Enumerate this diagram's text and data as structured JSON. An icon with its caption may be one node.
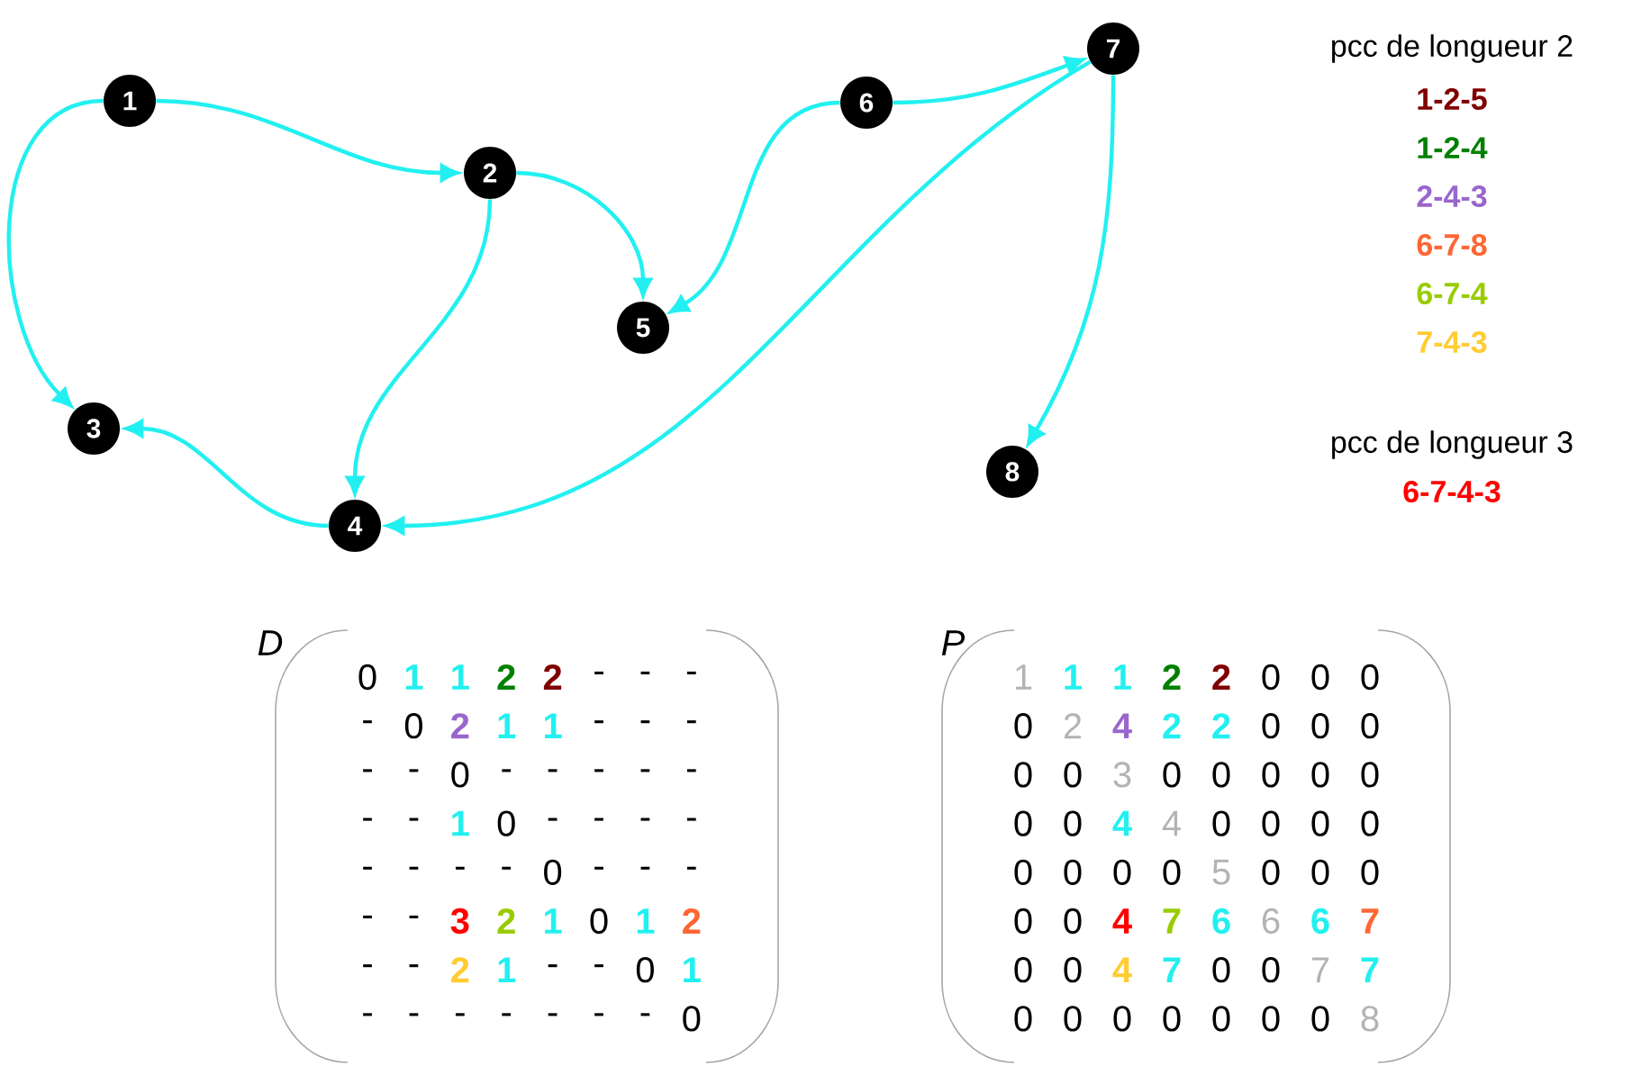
{
  "diagram": {
    "nodes": [
      {
        "text": [
          "1"
        ]
      },
      {
        "text": [
          "2"
        ]
      },
      {
        "text": [
          "3"
        ]
      },
      {
        "text": [
          "4"
        ]
      },
      {
        "text": [
          "5"
        ]
      },
      {
        "text": [
          "6"
        ]
      },
      {
        "text": [
          "7"
        ]
      },
      {
        "text": [
          "8"
        ]
      }
    ],
    "edges": [
      {
        "from": 0,
        "to": 1,
        "arrow": "to"
      },
      {
        "from": 0,
        "to": 2,
        "arrow": "to"
      },
      {
        "from": 1,
        "to": 4,
        "arrow": "to"
      },
      {
        "from": 1,
        "to": 3,
        "arrow": "to"
      },
      {
        "from": 3,
        "to": 2,
        "arrow": "to"
      },
      {
        "from": 5,
        "to": 4,
        "arrow": "to"
      },
      {
        "from": 5,
        "to": 6,
        "arrow": "to"
      },
      {
        "from": 6,
        "to": 3,
        "arrow": "to"
      },
      {
        "from": 6,
        "to": 7,
        "arrow": "to"
      }
    ],
    "labels": [
      "pcc de longueur 2",
      "1-2-5",
      "1-2-4",
      "2-4-3",
      "6-7-8",
      "6-7-4",
      "7-4-3",
      "pcc de longueur 3",
      "6-7-4-3",
      "D",
      "0",
      "1",
      "1",
      "2",
      "2",
      "-",
      "-",
      "-",
      "-",
      "0",
      "2",
      "1",
      "1",
      "-",
      "-",
      "-",
      "-",
      "-",
      "0",
      "-",
      "-",
      "-",
      "-",
      "-",
      "-",
      "-",
      "1",
      "0",
      "-",
      "-",
      "-",
      "-",
      "-",
      "-",
      "-",
      "-",
      "0",
      "-",
      "-",
      "-",
      "-",
      "-",
      "3",
      "2",
      "1",
      "0",
      "1",
      "2",
      "-",
      "-",
      "2",
      "1",
      "-",
      "-",
      "0",
      "1",
      "-",
      "-",
      "-",
      "-",
      "-",
      "-",
      "-",
      "0",
      "P",
      "1",
      "1",
      "1",
      "2",
      "2",
      "0",
      "0",
      "0",
      "0",
      "2",
      "4",
      "2",
      "2",
      "0",
      "0",
      "0",
      "0",
      "0",
      "3",
      "0",
      "0",
      "0",
      "0",
      "0",
      "0",
      "0",
      "4",
      "4",
      "0",
      "0",
      "0",
      "0",
      "0",
      "0",
      "0",
      "0",
      "5",
      "0",
      "0",
      "0",
      "0",
      "0",
      "4",
      "7",
      "6",
      "6",
      "6",
      "7",
      "0",
      "0",
      "4",
      "7",
      "0",
      "0",
      "7",
      "7",
      "0",
      "0",
      "0",
      "0",
      "0",
      "0",
      "0",
      "8"
    ]
  }
}
